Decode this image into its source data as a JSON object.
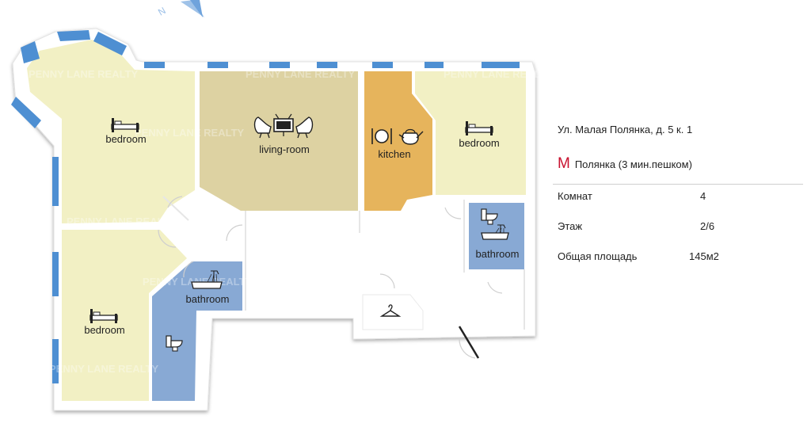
{
  "watermark": "PENNY LANE REALTY",
  "rooms": {
    "bedroom_top_left": "bedroom",
    "living_room": "living-room",
    "kitchen": "kitchen",
    "bedroom_top_right": "bedroom",
    "bathroom_right": "bathroom",
    "bathroom_center": "bathroom",
    "bedroom_bottom_left": "bedroom"
  },
  "info": {
    "address": "Ул.  Малая Полянка, д. 5 к. 1",
    "metro_letter": "М",
    "metro_station": "Полянка (3 мин.пешком)",
    "rows": [
      {
        "label": "Комнат",
        "value": "4"
      },
      {
        "label": "Этаж",
        "value": "2/6"
      },
      {
        "label": "Общая площадь",
        "value": "145м2"
      }
    ]
  },
  "colors": {
    "bedroom": "#f2f0c4",
    "living_room": "#ddd2a2",
    "kitchen": "#e6b45c",
    "bathroom": "#88a9d4",
    "wall": "#ffffff",
    "window": "#4e8fd2",
    "metro": "#c8102e"
  },
  "icons": {
    "compass": "compass-north-arrow-icon",
    "bed": "bed-icon",
    "tv_lounge": "tv-armchairs-icon",
    "plate": "plate-cutlery-icon",
    "kettle": "kettle-icon",
    "toilet": "toilet-icon",
    "bathtub": "bathtub-shower-icon",
    "hanger": "coat-hanger-icon"
  }
}
